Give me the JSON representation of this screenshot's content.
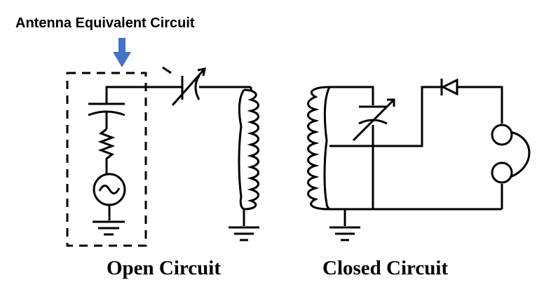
{
  "labels": {
    "antenna_equivalent": "Antenna Equivalent Circuit",
    "open_circuit": "Open Circuit",
    "closed_circuit": "Closed Circuit"
  },
  "colors": {
    "arrow": "#4472c4",
    "wire": "#000000"
  },
  "icons": {
    "arrow": "arrow-down-icon",
    "capacitor": "capacitor-icon",
    "resistor": "resistor-icon",
    "ac_source": "ac-source-icon",
    "ground": "ground-icon",
    "variable_capacitor": "variable-capacitor-icon",
    "coil": "coil-icon",
    "diode": "diode-icon",
    "headphones": "headphones-icon"
  }
}
